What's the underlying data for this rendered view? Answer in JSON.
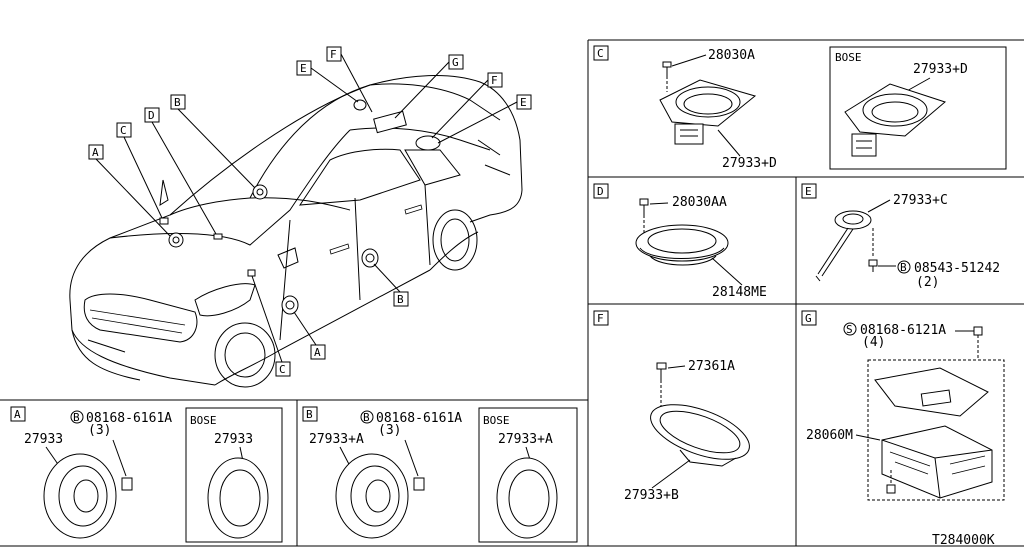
{
  "diagram_id": "T284000K",
  "callouts": {
    "A": "A",
    "B": "B",
    "C": "C",
    "D": "D",
    "E": "E",
    "F": "F",
    "G": "G"
  },
  "bose": "BOSE",
  "panels": {
    "A": {
      "letter": "A",
      "screw": "08168-6161A",
      "screw_qty": "(3)",
      "screw_prefix": "B",
      "part": "27933",
      "bose_part": "27933"
    },
    "B": {
      "letter": "B",
      "screw": "08168-6161A",
      "screw_qty": "(3)",
      "screw_prefix": "B",
      "part": "27933+A",
      "bose_part": "27933+A"
    },
    "C": {
      "letter": "C",
      "screw": "28030A",
      "part": "27933+D",
      "bose_part": "27933+D"
    },
    "D": {
      "letter": "D",
      "screw": "28030AA",
      "part": "28148ME"
    },
    "E": {
      "letter": "E",
      "part": "27933+C",
      "screw": "08543-51242",
      "screw_qty": "(2)",
      "screw_prefix": "B"
    },
    "F": {
      "letter": "F",
      "screw": "27361A",
      "part": "27933+B"
    },
    "G": {
      "letter": "G",
      "screw": "08168-6121A",
      "screw_qty": "(4)",
      "screw_prefix": "S",
      "part": "28060M"
    }
  }
}
